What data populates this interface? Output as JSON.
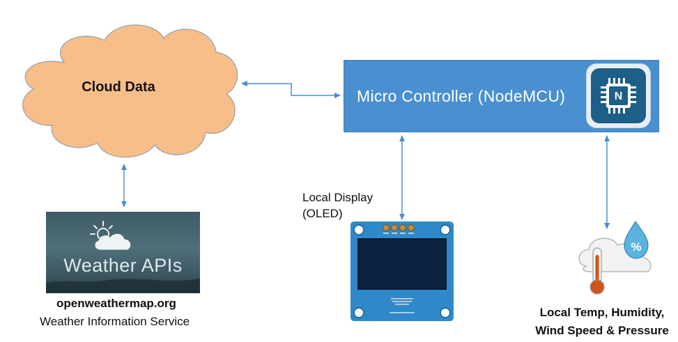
{
  "cloud": {
    "label": "Cloud Data",
    "fill": "#f7be8a",
    "stroke": "#a8a8a8"
  },
  "microcontroller": {
    "label": "Micro Controller (NodeMCU)",
    "box_color": "#4a8fd0",
    "icon": "nodemcu-chip-icon",
    "icon_letter": "N"
  },
  "weather_api": {
    "image_text": "Weather APIs",
    "site": "openweathermap.org",
    "description": "Weather Information Service",
    "icon": "partly-cloudy-sun-icon"
  },
  "local_display": {
    "label_line1": "Local Display",
    "label_line2": "(OLED)",
    "icon": "oled-display-module",
    "board_color": "#2f89c9"
  },
  "sensors": {
    "label_line1": "Local Temp, Humidity,",
    "label_line2": "Wind Speed & Pressure",
    "icon": "thermometer-cloud-droplet-icon",
    "droplet_text": "%"
  },
  "connector_color": "#4a8fd0"
}
